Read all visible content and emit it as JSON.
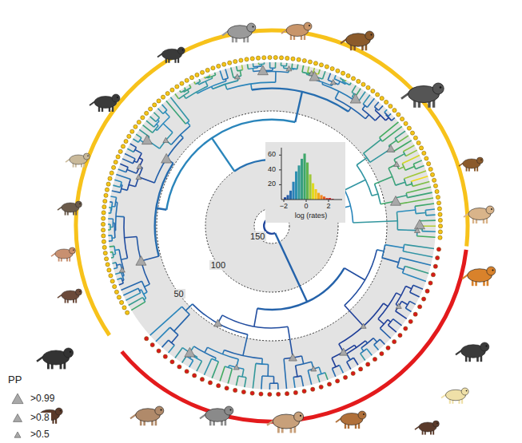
{
  "diagram": {
    "labels": [
      "150",
      "100",
      "50",
      "60",
      "40",
      "20",
      "−2",
      "0",
      "2",
      "log (rates)",
      "PP"
    ],
    "legend": [
      {
        "text": ">0.99"
      },
      {
        "text": ">0.8"
      },
      {
        "text": ">0.5"
      }
    ]
  }
}
